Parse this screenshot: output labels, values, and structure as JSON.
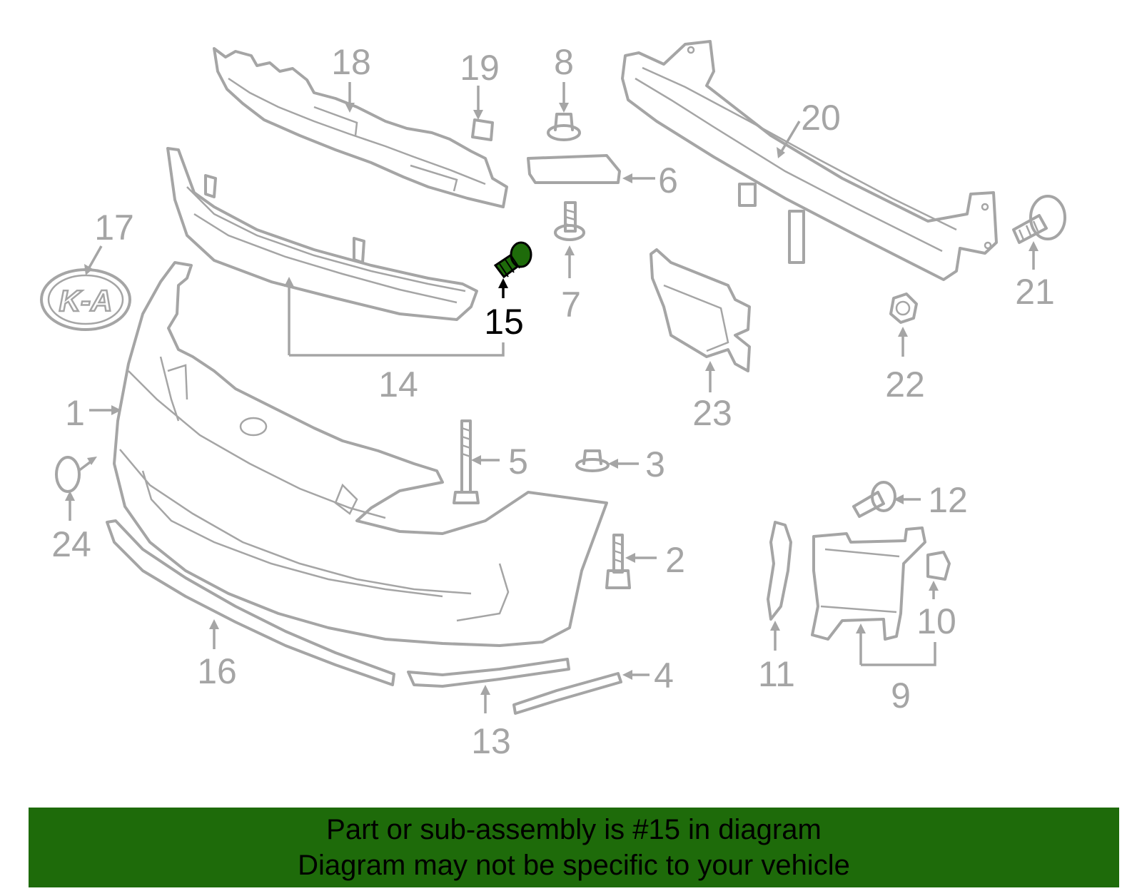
{
  "diagram": {
    "highlighted_part": "15",
    "highlight_color": "#1e6b0a",
    "part_color": "#a5a5a5",
    "callouts": [
      "1",
      "2",
      "3",
      "4",
      "5",
      "6",
      "7",
      "8",
      "9",
      "10",
      "11",
      "12",
      "13",
      "14",
      "15",
      "16",
      "17",
      "18",
      "19",
      "20",
      "21",
      "22",
      "23",
      "24"
    ],
    "emblem_text": "K-A"
  },
  "footer": {
    "background": "#1e6b0a",
    "line1": "Part or sub-assembly is #15 in diagram",
    "line2": "Diagram may not be specific to your vehicle"
  }
}
